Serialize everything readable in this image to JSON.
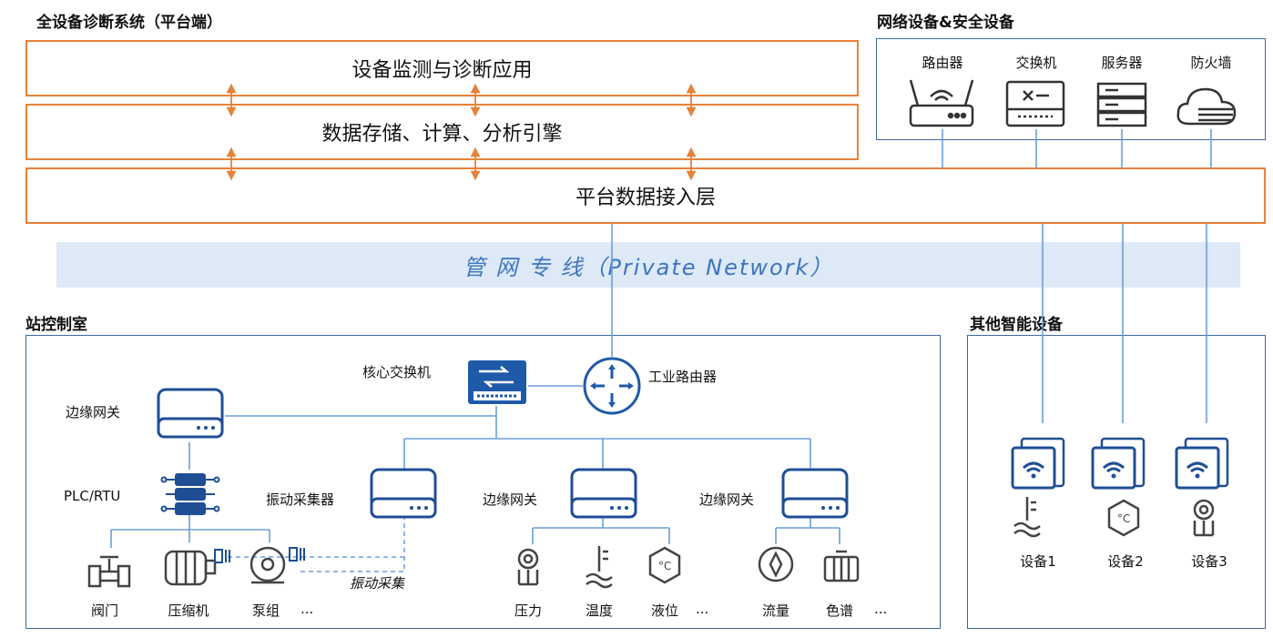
{
  "platform": {
    "title": "全设备诊断系统（平台端）",
    "layer_app": "设备监测与诊断应用",
    "layer_engine": "数据存储、计算、分析引擎",
    "layer_access": "平台数据接入层"
  },
  "network_security": {
    "title": "网络设备&安全设备",
    "items": [
      {
        "label": "路由器",
        "icon": "router-icon"
      },
      {
        "label": "交换机",
        "icon": "switch-icon"
      },
      {
        "label": "服务器",
        "icon": "server-icon"
      },
      {
        "label": "防火墙",
        "icon": "firewall-icon"
      }
    ]
  },
  "private_network": {
    "label": "管 网 专 线（Private Network）"
  },
  "station": {
    "title": "站控制室",
    "core_switch": "核心交换机",
    "industrial_router": "工业路由器",
    "edge_gateway_1": "边缘网关",
    "plc_rtu": "PLC/RTU",
    "vibration_collector": "振动采集器",
    "edge_gateway_2": "边缘网关",
    "edge_gateway_3": "边缘网关",
    "vibration_collection": "振动采集",
    "devices": [
      {
        "label": "阀门",
        "icon": "valve-icon"
      },
      {
        "label": "压缩机",
        "icon": "compressor-icon"
      },
      {
        "label": "泵组",
        "icon": "pump-icon"
      }
    ],
    "devices_more": "...",
    "sensors_a": [
      {
        "label": "压力",
        "icon": "pressure-icon"
      },
      {
        "label": "温度",
        "icon": "temperature-icon"
      },
      {
        "label": "液位",
        "icon": "level-icon"
      }
    ],
    "sensors_a_more": "...",
    "sensors_b": [
      {
        "label": "流量",
        "icon": "flow-icon"
      },
      {
        "label": "色谱",
        "icon": "chromatograph-icon"
      }
    ],
    "sensors_b_more": "..."
  },
  "smart_devices": {
    "title": "其他智能设备",
    "items": [
      {
        "label": "设备1",
        "icon": "level-sensor-icon"
      },
      {
        "label": "设备2",
        "icon": "temperature-sensor-icon"
      },
      {
        "label": "设备3",
        "icon": "pressure-sensor-icon"
      }
    ]
  },
  "colors": {
    "orange": "#e7823a",
    "blue": "#1f4e95",
    "line_blue": "#5b8fcf",
    "band": "#dde9f6"
  }
}
